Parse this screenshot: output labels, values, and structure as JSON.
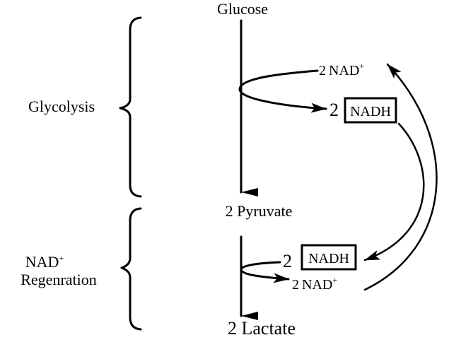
{
  "diagram": {
    "title": "Glycolysis and NAD+ regeneration (fermentation to lactate)",
    "stages": [
      {
        "id": "glycolysis",
        "label": "Glycolysis"
      },
      {
        "id": "regeneration",
        "label_line1": "NAD",
        "label_line1_sup": "+",
        "label_line2": "Regenration"
      }
    ],
    "nodes": {
      "glucose": "Glucose",
      "pyruvate": "2 Pyruvate",
      "lactate": "2 Lactate"
    },
    "glycolysis_cofactors": {
      "input_coef": "2",
      "input_name": "NAD",
      "input_sup": "+",
      "output_coef": "2",
      "output_name": "NADH"
    },
    "regeneration_cofactors": {
      "input_coef": "2",
      "input_name": "NADH",
      "output_coef": "2",
      "output_name": "NAD",
      "output_sup": "+"
    },
    "colors": {
      "ink": "#000000",
      "background": "#ffffff"
    }
  }
}
